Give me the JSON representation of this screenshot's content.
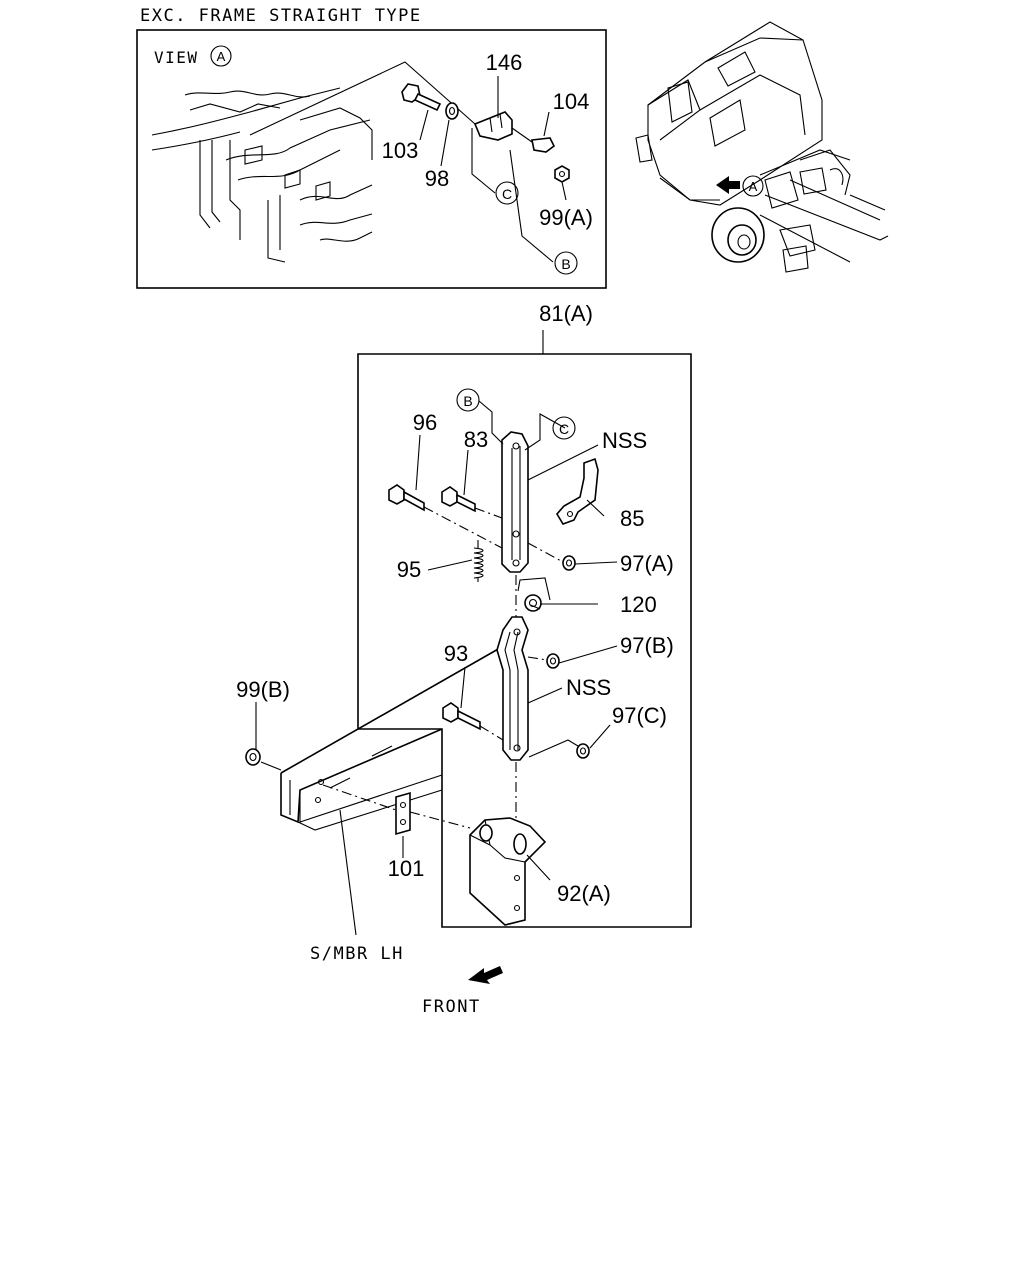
{
  "header": {
    "variant_label": "EXC. FRAME STRAIGHT TYPE"
  },
  "view_inset": {
    "view_label": "VIEW",
    "view_ref": "A",
    "callouts": {
      "p146": "146",
      "p104": "104",
      "p103": "103",
      "p98": "98",
      "p99a": "99(A)",
      "ref_c": "C",
      "ref_b": "B"
    }
  },
  "truck_view": {
    "ref": "A"
  },
  "assembly": {
    "group_label": "81(A)",
    "callouts": {
      "ref_b": "B",
      "ref_c": "C",
      "p96": "96",
      "p83": "83",
      "nss_upper": "NSS",
      "p85": "85",
      "p95": "95",
      "p97a": "97(A)",
      "p120": "120",
      "p93": "93",
      "p97b": "97(B)",
      "nss_lower": "NSS",
      "p97c": "97(C)",
      "p99b": "99(B)",
      "p101": "101",
      "p92a": "92(A)"
    }
  },
  "footer": {
    "member_label": "S/MBR LH",
    "direction_label": "FRONT"
  }
}
